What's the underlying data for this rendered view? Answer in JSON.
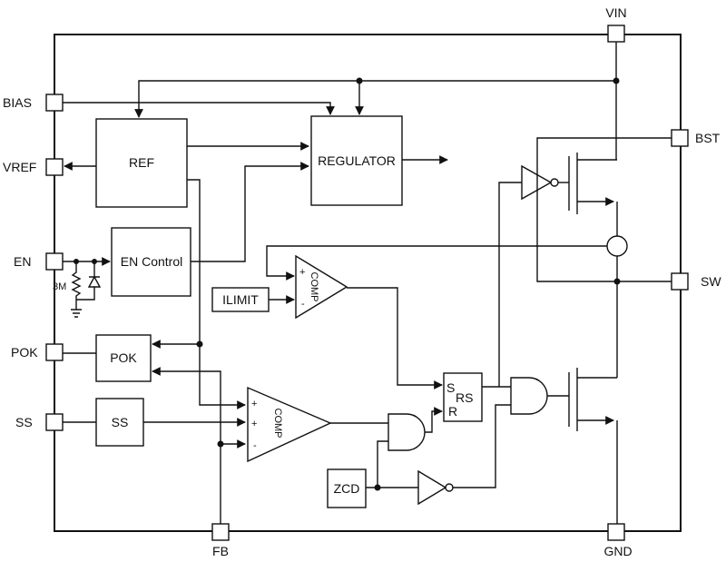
{
  "pins": {
    "vin": "VIN",
    "bias": "BIAS",
    "bst": "BST",
    "vref": "VREF",
    "en": "EN",
    "sw": "SW",
    "pok": "POK",
    "ss": "SS",
    "fb": "FB",
    "gnd": "GND"
  },
  "blocks": {
    "ref": "REF",
    "regulator": "REGULATOR",
    "en_control": "EN Control",
    "ilimit": "ILIMIT",
    "pok": "POK",
    "ss": "SS",
    "zcd": "ZCD",
    "rs_latch": "RS",
    "latch_s": "S",
    "latch_r": "R"
  },
  "comparators": {
    "current_comp": "COMP",
    "error_comp": "COMP",
    "plus": "+",
    "minus": "-"
  },
  "resistor_label": "3M"
}
